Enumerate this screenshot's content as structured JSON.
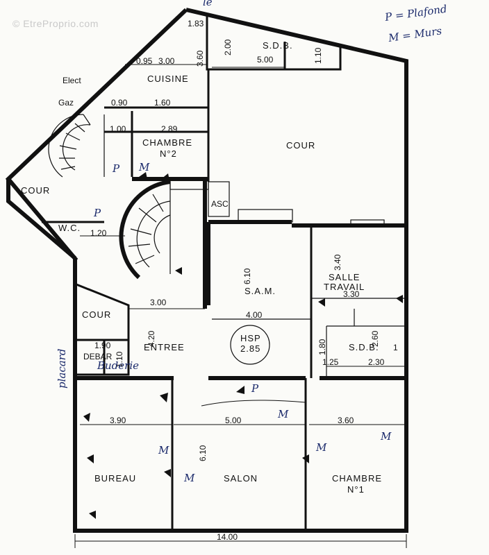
{
  "watermark": "© EtreProprio.com",
  "legend": {
    "line1": "P = Plafond",
    "line2": "M = Murs",
    "top_scribble": "le"
  },
  "rooms": {
    "cuisine": "CUISINE",
    "chambre2_line1": "CHAMBRE",
    "chambre2_line2": "N°2",
    "sdb_top": "S.D.B.",
    "cour_big": "COUR",
    "cour_left": "COUR",
    "cour_small": "COUR",
    "wc": "W.C.",
    "asc": "ASC",
    "sam": "S.A.M.",
    "salle_travail_line1": "SALLE",
    "salle_travail_line2": "TRAVAIL",
    "sdb_right": "S.D.B.",
    "entree": "ENTREE",
    "hsp_label": "HSP",
    "hsp_value": "2.85",
    "debar": "DEBAR",
    "bureau": "BUREAU",
    "salon": "SALON",
    "chambre1_line1": "CHAMBRE",
    "chambre1_line2": "N°1",
    "elect": "Elect",
    "gaz": "Gaz"
  },
  "dimensions": {
    "d_183": "1.83",
    "d_200": "2.00",
    "d_500": "5.00",
    "d_110_top": "1.10",
    "d_095": "0.95",
    "d_300_kitchen": "3.00",
    "d_360": "3.60",
    "d_090": "0.90",
    "d_160": "1.60",
    "d_100": "1.00",
    "d_289": "2.89",
    "d_120": "1.20",
    "d_610_sam": "6.10",
    "d_340": "3.40",
    "d_330": "3.30",
    "d_300_entree": "3.00",
    "d_400": "4.00",
    "d_420": "4.20",
    "d_260": "2.60",
    "d_1": "1",
    "d_180": "1.80",
    "d_125": "1.25",
    "d_230": "2.30",
    "d_190": "1.90",
    "d_110_debar": "1.10",
    "d_390": "3.90",
    "d_500_salon": "5.00",
    "d_360_ch1": "3.60",
    "d_610_salon": "6.10",
    "d_1400": "14.00"
  },
  "annotations": {
    "p1": "P",
    "p2": "P",
    "p3": "P",
    "m1": "M",
    "m2": "M",
    "m3": "M",
    "m4": "M",
    "m5": "M",
    "m6": "M",
    "placard": "placard",
    "buderie": "Buderie"
  }
}
